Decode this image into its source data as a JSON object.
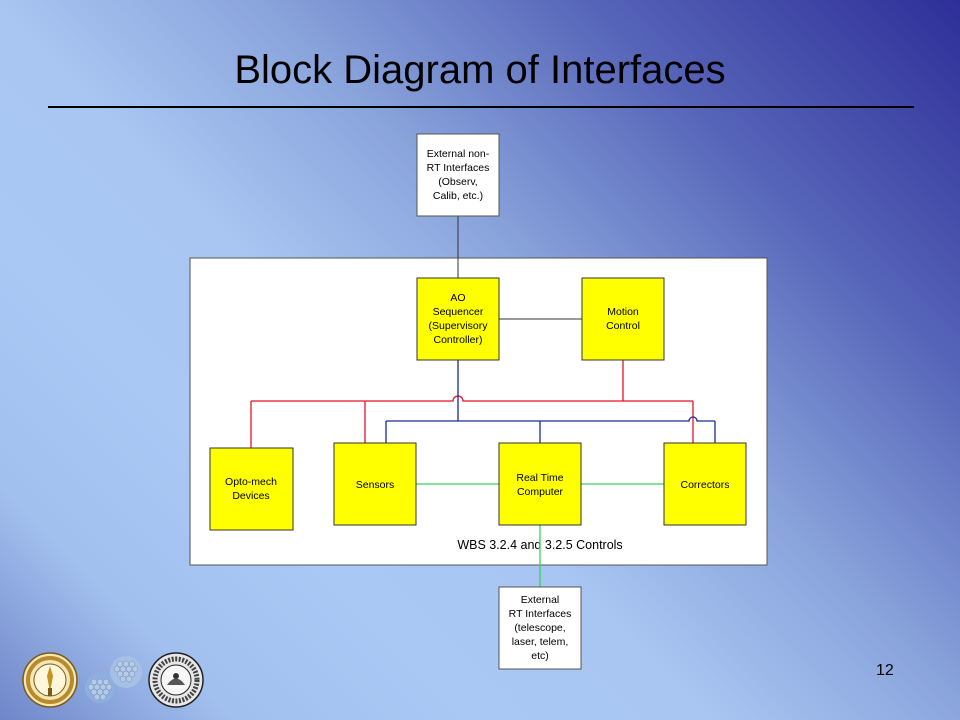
{
  "slide": {
    "title": "Block Diagram of Interfaces",
    "page_number": "12"
  },
  "diagram": {
    "container_label": "WBS 3.2.4 and 3.2.5 Controls",
    "nodes": {
      "external_nonrt": [
        "External non-",
        "RT Interfaces",
        "(Observ,",
        "Calib, etc.)"
      ],
      "ao_sequencer": [
        "AO",
        "Sequencer",
        "(Supervisory",
        "Controller)"
      ],
      "motion_control": [
        "Motion",
        "Control"
      ],
      "opto_mech": [
        "Opto-mech",
        "Devices"
      ],
      "sensors": [
        "Sensors"
      ],
      "rtc": [
        "Real Time",
        "Computer"
      ],
      "correctors": [
        "Correctors"
      ],
      "external_rt": [
        "External",
        "RT Interfaces",
        "(telescope,",
        "laser, telem,",
        "etc)"
      ]
    }
  },
  "colors": {
    "node_fill": "#ffff00",
    "red_link": "#e8102a",
    "blue_link": "#1a2a9a",
    "green_link": "#36d35a"
  },
  "logos": [
    "caltech-seal",
    "tmt-hexagon-mirror",
    "uc-seal"
  ]
}
